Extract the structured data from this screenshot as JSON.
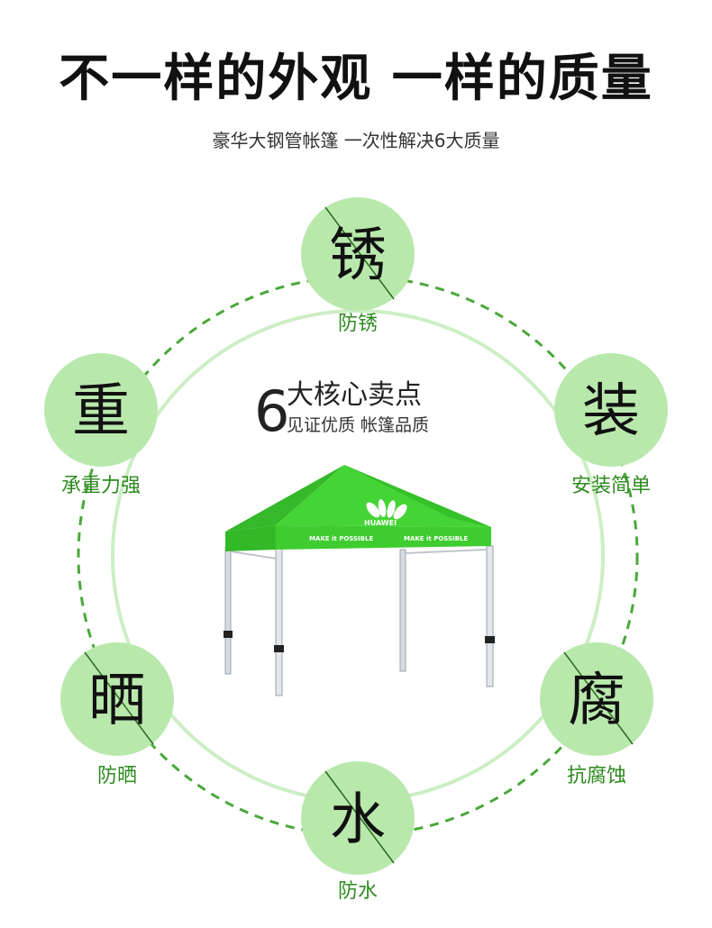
{
  "title": "不一样的外观 一样的质量",
  "subtitle": "豪华大钢管帐篷 一次性解决6大质量",
  "center": {
    "number": "6",
    "line1": "大核心卖点",
    "line2": "见证优质 帐篷品质"
  },
  "tent": {
    "brand": "HUAWEI",
    "slogan": "MAKE it POSSIBLE",
    "color": "#3ccf2e"
  },
  "features": [
    {
      "char": "锈",
      "label": "防锈"
    },
    {
      "char": "装",
      "label": "安装简单"
    },
    {
      "char": "腐",
      "label": "抗腐蚀"
    },
    {
      "char": "水",
      "label": "防水"
    },
    {
      "char": "晒",
      "label": "防晒"
    },
    {
      "char": "重",
      "label": "承重力强"
    }
  ],
  "colors": {
    "circle_fill": "#b9e8ad",
    "label_green": "#2e8b1f",
    "ring_dashed": "#4aa83a",
    "ring_solid": "#cdeec5"
  }
}
